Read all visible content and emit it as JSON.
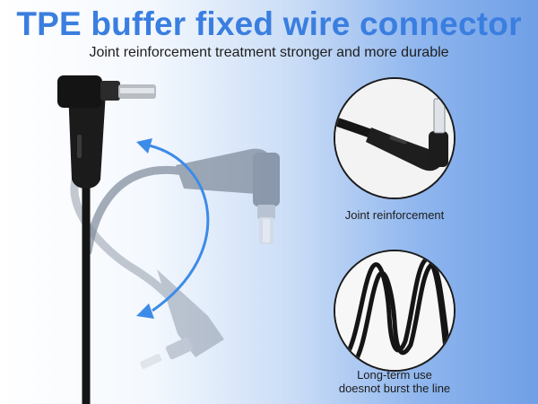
{
  "header": {
    "title": "TPE buffer fixed wire connector",
    "subtitle": "Joint reinforcement treatment stronger and more durable"
  },
  "callouts": {
    "top_label": "Joint reinforcement",
    "bottom_label_line1": "Long-term use",
    "bottom_label_line2": "doesnot burst the line"
  },
  "colors": {
    "title": "#3a7ee0",
    "arrow": "#3d8be8",
    "cable": "#151515",
    "ghost_cable": "#7e8a9a"
  }
}
